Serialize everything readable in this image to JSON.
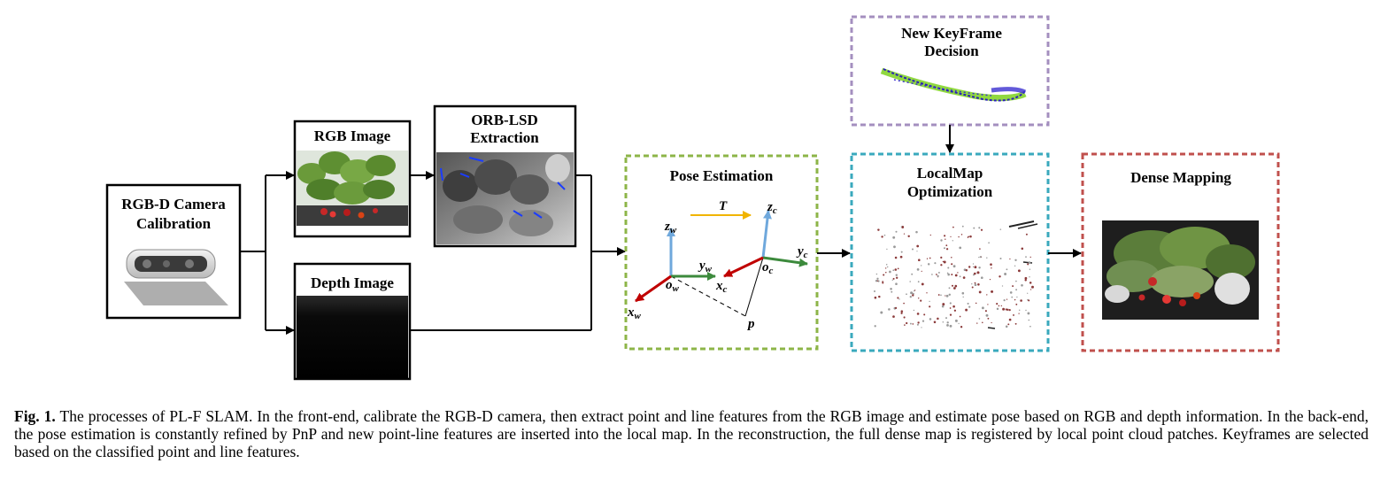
{
  "boxes": {
    "camera_line1": "RGB-D Camera",
    "camera_line2": "Calibration",
    "rgb_image": "RGB Image",
    "depth_image": "Depth Image",
    "orb_line1": "ORB-LSD",
    "orb_line2": "Extraction",
    "pose_estimation": "Pose Estimation",
    "keyframe_line1": "New KeyFrame",
    "keyframe_line2": "Decision",
    "localmap_line1": "LocalMap",
    "localmap_line2": "Optimization",
    "dense_mapping": "Dense Mapping"
  },
  "pose_labels": {
    "T": "T",
    "zw": "z",
    "zw_sub": "w",
    "yw": "y",
    "yw_sub": "w",
    "xw": "x",
    "xw_sub": "w",
    "ow": "o",
    "ow_sub": "w",
    "zc": "z",
    "zc_sub": "c",
    "yc": "y",
    "yc_sub": "c",
    "xc": "x",
    "xc_sub": "c",
    "oc": "o",
    "oc_sub": "c",
    "p": "p"
  },
  "colors": {
    "pose_border": "#8db548",
    "keyframe_border": "#a48fbf",
    "localmap_border": "#3aa9bd",
    "dense_border": "#c0504d",
    "axis_z": "#6fa8dc",
    "axis_y": "#3c8a3c",
    "axis_x": "#c00000",
    "translation": "#f0b400"
  },
  "caption": {
    "label": "Fig. 1.",
    "text": "The processes of PL-F SLAM. In the front-end, calibrate the RGB-D camera, then extract point and line features from the RGB image and estimate pose based on RGB and depth information. In the back-end, the pose estimation is constantly refined by PnP and new point-line features are inserted into the local map. In the reconstruction, the full dense map is registered by local point cloud patches. Keyframes are selected based on the classified point and line features."
  }
}
